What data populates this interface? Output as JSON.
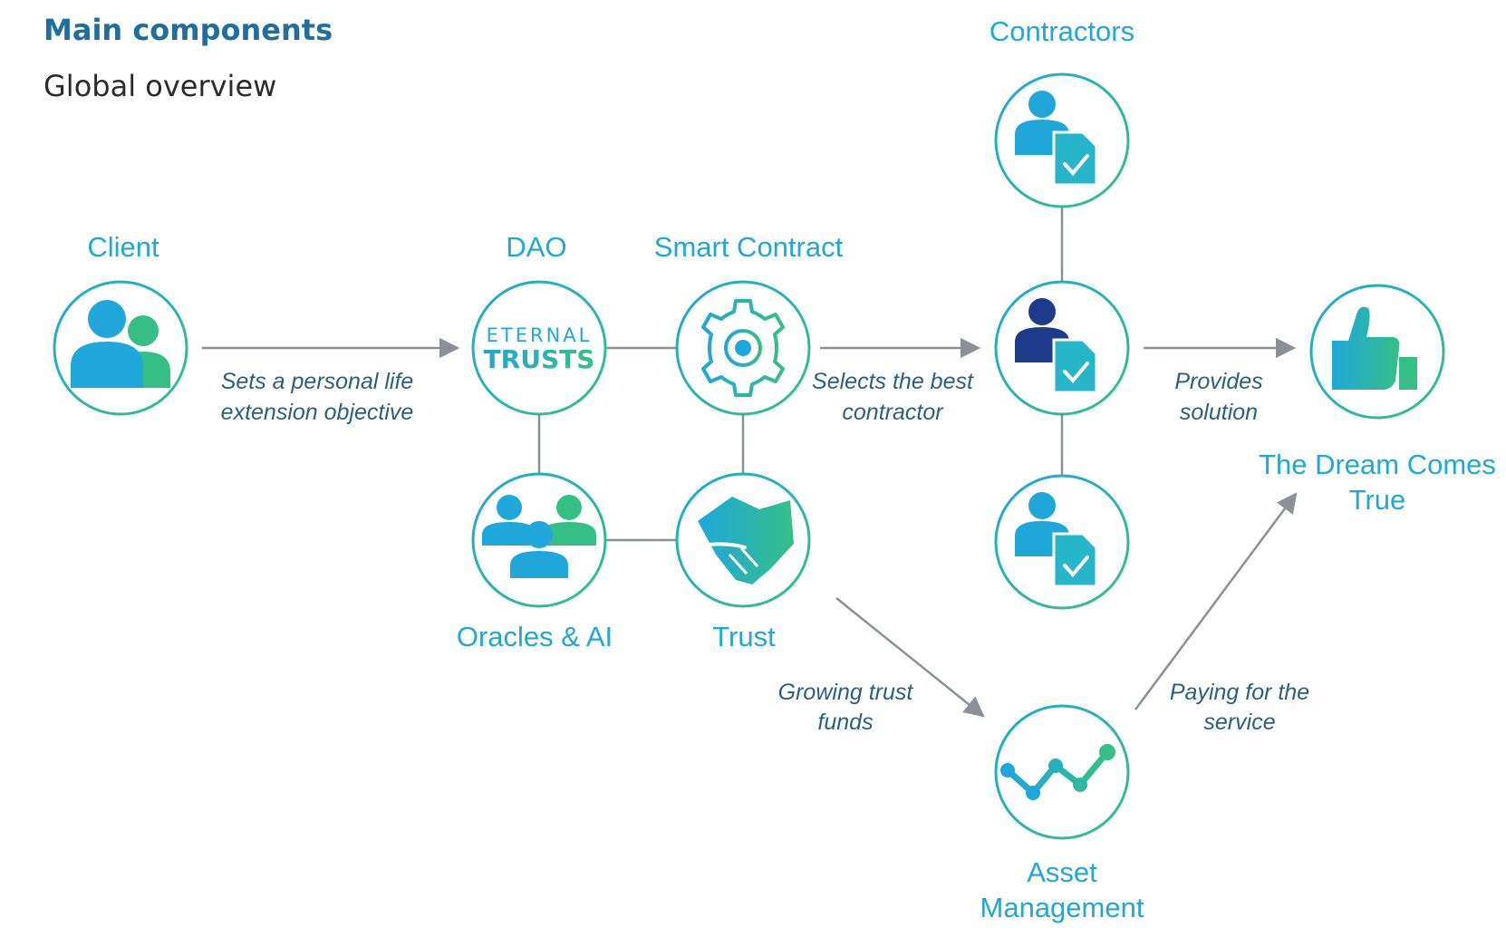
{
  "header": {
    "title": "Main components",
    "subtitle": "Global overview"
  },
  "colors": {
    "ring_start": "#1fa7d9",
    "ring_end": "#35bf87",
    "icon_blue": "#1fa7d9",
    "icon_green": "#35bf87",
    "dark_person": "#1e3a8a",
    "connector": "#8a8f98",
    "node_label": "#1fa7d9",
    "edge_label": "#2b5f80",
    "title": "#1f6e9e"
  },
  "nodes": {
    "client": {
      "label": "Client",
      "icon": "users-icon"
    },
    "dao": {
      "label": "DAO",
      "icon": "eternal-trusts-logo",
      "logo_line1": "ETERNAL",
      "logo_line2": "TRUSTS"
    },
    "smart_contract": {
      "label": "Smart Contract",
      "icon": "gear-icon"
    },
    "oracles": {
      "label": "Oracles & AI",
      "icon": "group-icon"
    },
    "trust": {
      "label": "Trust",
      "icon": "handshake-icon"
    },
    "contractors": {
      "label": "Contractors",
      "icon": "contractor-document-icon"
    },
    "dream": {
      "label_line1": "The Dream Comes",
      "label_line2": "True",
      "icon": "thumbs-up-icon"
    },
    "asset_management": {
      "label_line1": "Asset",
      "label_line2": "Management",
      "icon": "line-chart-icon"
    }
  },
  "edges": {
    "client_to_dao": {
      "line1": "Sets a personal life",
      "line2": "extension objective"
    },
    "smart_to_contractors": {
      "line1": "Selects the best",
      "line2": "contractor"
    },
    "contractors_to_dream": {
      "line1": "Provides",
      "line2": "solution"
    },
    "trust_to_asset": {
      "line1": "Growing trust",
      "line2": "funds"
    },
    "asset_to_dream": {
      "line1": "Paying for the",
      "line2": "service"
    }
  }
}
